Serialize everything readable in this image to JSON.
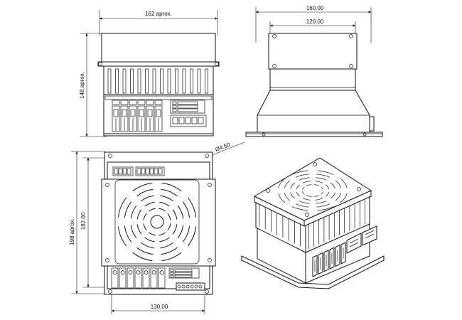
{
  "dimensions": {
    "top_width": "162 aprox.",
    "left_height": "148 aprox.",
    "side_total_width": "160.00",
    "side_inner_width": "120.00",
    "hole_diameter": "Ø4.50",
    "plan_height_outer": "198 aprox.",
    "plan_height_inner": "182.00",
    "plan_width": "130.00"
  }
}
